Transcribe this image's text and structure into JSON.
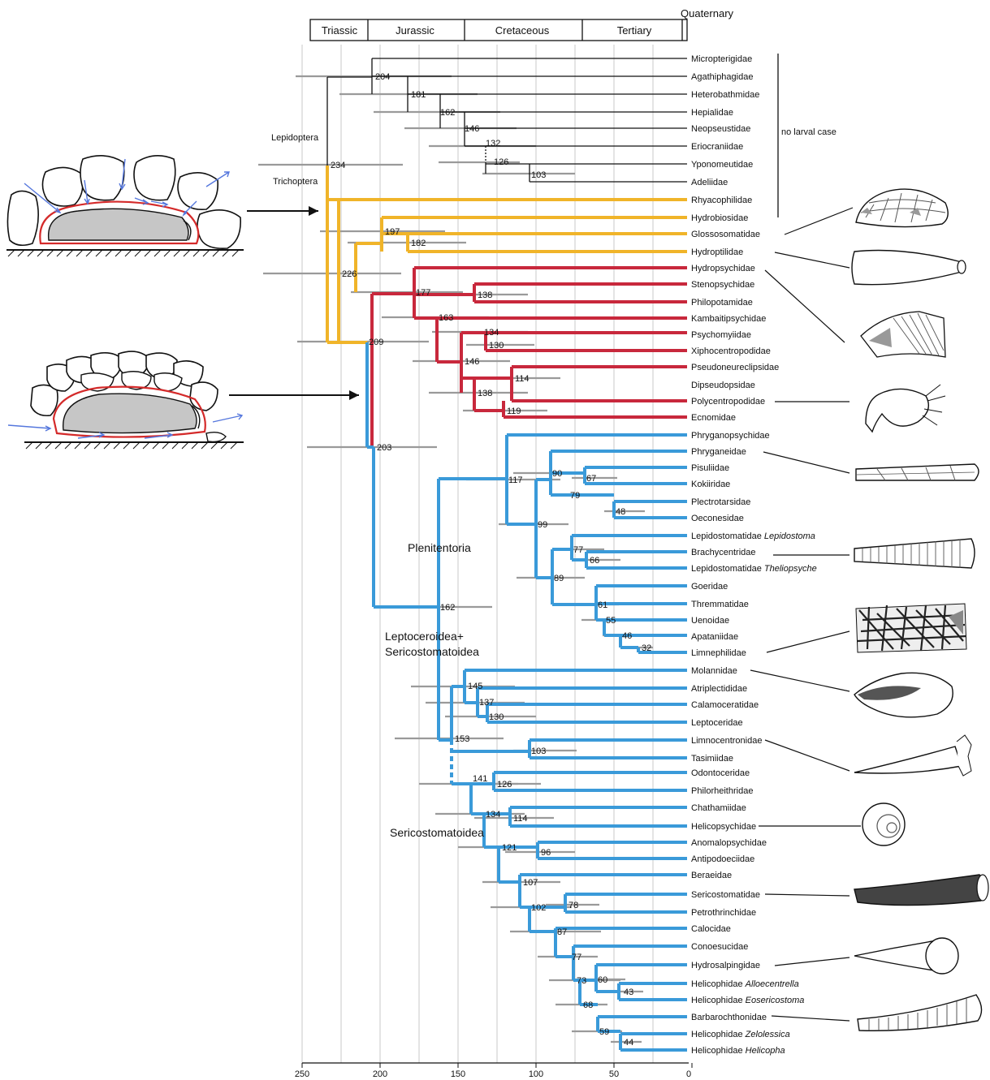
{
  "periods": [
    "Triassic",
    "Jurassic",
    "Cretaceous",
    "Tertiary",
    "Quaternary"
  ],
  "axis_ticks": [
    "250",
    "200",
    "150",
    "100",
    "50",
    "0"
  ],
  "taxa": [
    "Micropterigidae",
    "Agathiphagidae",
    "Heterobathmidae",
    "Hepialidae",
    "Neopseustidae",
    "Eriocraniidae",
    "Yponomeutidae",
    "Adeliidae",
    "Rhyacophilidae",
    "Hydrobiosidae",
    "Glossosomatidae",
    "Hydroptilidae",
    "Hydropsychidae",
    "Stenopsychidae",
    "Philopotamidae",
    "Kambaitipsychidae",
    "Psychomyiidae",
    "Xiphocentropodidae",
    "Pseudoneureclipsidae",
    "Dipseudopsidae",
    "Polycentropodidae",
    "Ecnomidae",
    "Phryganopsychidae",
    "Phryganeidae",
    "Pisuliidae",
    "Kokiiridae",
    "Plectrotarsidae",
    "Oeconesidae",
    "Lepidostomatidae",
    "Brachycentridae",
    "Lepidostomatidae",
    "Goeridae",
    "Thremmatidae",
    "Uenoidae",
    "Apataniidae",
    "Limnephilidae",
    "Molannidae",
    "Atriplectididae",
    "Calamoceratidae",
    "Leptoceridae",
    "Limnocentronidae",
    "Tasimiidae",
    "Odontoceridae",
    "Philorheithridae",
    "Chathamiidae",
    "Helicopsychidae",
    "Anomalopsychidae",
    "Antipodoeciidae",
    "Beraeidae",
    "Sericostomatidae",
    "Petrothrinchidae",
    "Calocidae",
    "Conoesucidae",
    "Hydrosalpingidae",
    "Helicophidae",
    "Helicophidae",
    "Barbarochthonidae",
    "Helicophidae",
    "Helicophidae"
  ],
  "taxa_genus": {
    "28": "Lepidostoma",
    "30": "Theliopsyche",
    "54": "Alloecentrella",
    "55": "Eosericostoma",
    "57": "Zelolessica",
    "58": "Helicopha"
  },
  "node_ages": [
    "204",
    "181",
    "162",
    "146",
    "132",
    "126",
    "103",
    "234",
    "226",
    "197",
    "182",
    "209",
    "177",
    "138",
    "163",
    "134",
    "130",
    "146",
    "114",
    "138",
    "119",
    "203",
    "117",
    "90",
    "67",
    "79",
    "48",
    "99",
    "77",
    "66",
    "89",
    "61",
    "55",
    "46",
    "32",
    "162",
    "145",
    "137",
    "130",
    "153",
    "103",
    "141",
    "126",
    "134",
    "114",
    "121",
    "96",
    "107",
    "102",
    "78",
    "87",
    "77",
    "73",
    "60",
    "43",
    "68",
    "59",
    "44"
  ],
  "labels": {
    "lepidoptera": "Lepidoptera",
    "trichoptera": "Trichoptera",
    "no_larval_case": "no larval case",
    "plenitentoria": "Plenitentoria",
    "leptoceroidea_1": "Leptoceroidea+",
    "leptoceroidea_2": "Sericostomatoidea",
    "sericostomatoidea": "Sericostomatoidea"
  },
  "colors": {
    "lepidoptera": "#111111",
    "spicipalpia": "#f0b429",
    "annulipalpia": "#c8283c",
    "integripalpia": "#3a9ad9",
    "ci_bar": "#9a9a9a",
    "arrow": "#5577dd"
  }
}
